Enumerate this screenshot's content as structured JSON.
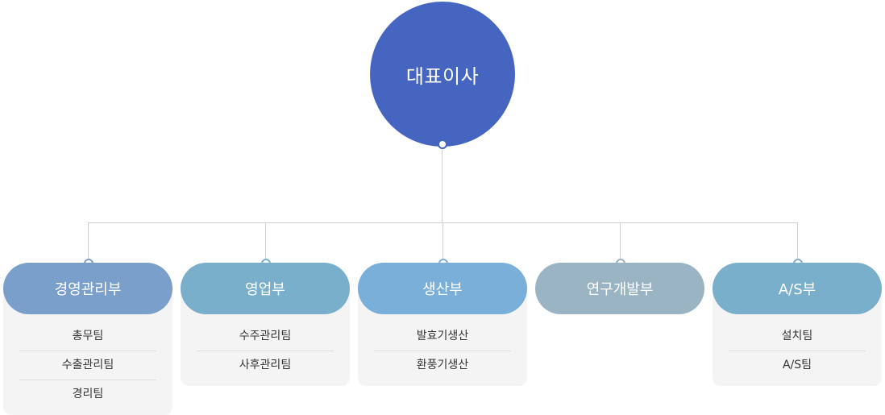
{
  "ceo": {
    "label": "대표이사",
    "color": "#4665c0"
  },
  "line_color": "#cfcfcf",
  "departments": [
    {
      "label": "경영관리부",
      "color": "#7a9fcb",
      "teams": [
        "총무팀",
        "수출관리팀",
        "경리팀"
      ]
    },
    {
      "label": "영업부",
      "color": "#7aafcb",
      "teams": [
        "수주관리팀",
        "사후관리팀"
      ]
    },
    {
      "label": "생산부",
      "color": "#7aafd9",
      "teams": [
        "발효기생산",
        "환풍기생산"
      ]
    },
    {
      "label": "연구개발부",
      "color": "#9ab4c3",
      "teams": []
    },
    {
      "label": "A/S부",
      "color": "#7aafcb",
      "teams": [
        "설치팀",
        "A/S팀"
      ]
    }
  ]
}
